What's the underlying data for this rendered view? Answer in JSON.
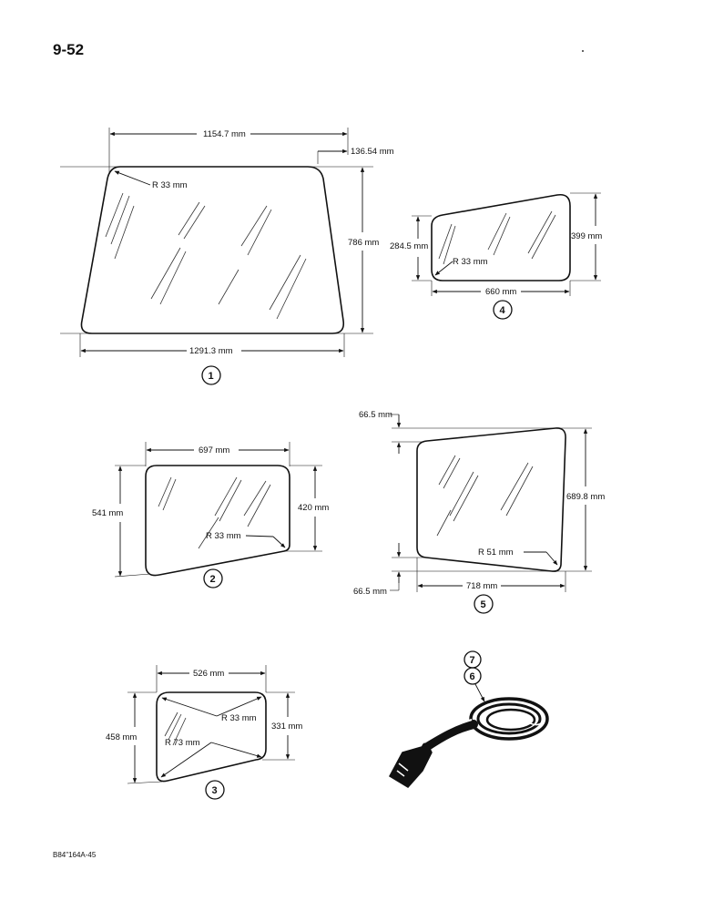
{
  "page": {
    "number": "9-52",
    "footer_code": "B84\"164A-45"
  },
  "parts": [
    {
      "callout": "1",
      "name": "glass-1",
      "dims": [
        "1154.7 mm",
        "136.54 mm",
        "786 mm",
        "1291.3 mm",
        "R 33 mm"
      ]
    },
    {
      "callout": "2",
      "name": "glass-2",
      "dims": [
        "697 mm",
        "541 mm",
        "420 mm",
        "R 33 mm"
      ]
    },
    {
      "callout": "3",
      "name": "glass-3",
      "dims": [
        "526 mm",
        "458 mm",
        "331 mm",
        "R 33 mm",
        "R 73 mm"
      ]
    },
    {
      "callout": "4",
      "name": "glass-4",
      "dims": [
        "284.5 mm",
        "399 mm",
        "660 mm",
        "R 33 mm"
      ]
    },
    {
      "callout": "5",
      "name": "glass-5",
      "dims": [
        "66.5 mm",
        "689.8 mm",
        "R 51 mm",
        "66.5 mm",
        "718 mm"
      ]
    },
    {
      "callouts": [
        "7",
        "6"
      ],
      "name": "seal-strip"
    }
  ]
}
